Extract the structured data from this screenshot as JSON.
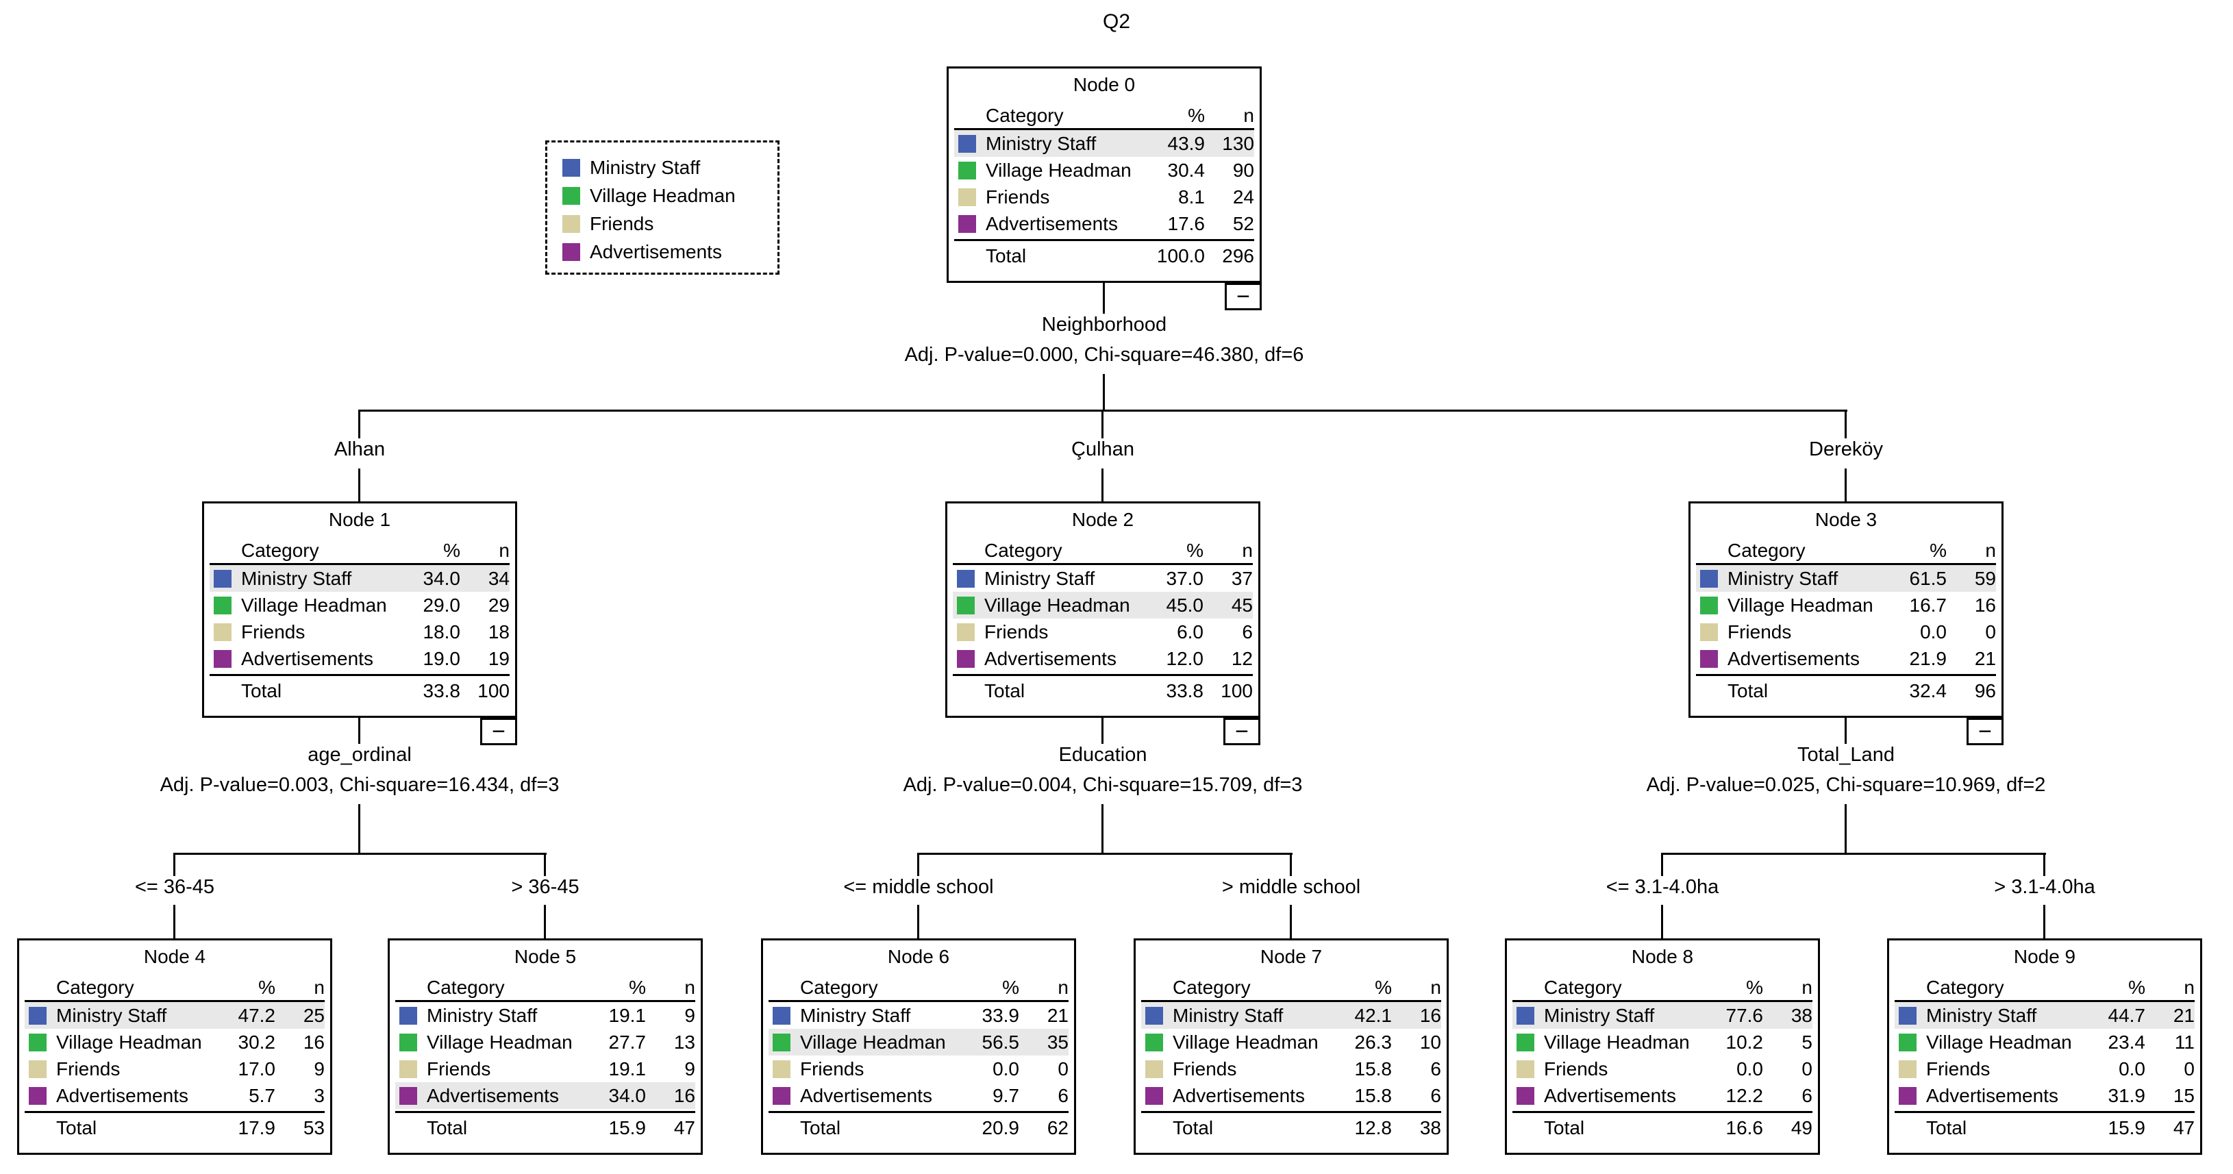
{
  "title": "Q2",
  "icons": {
    "collapse": "−"
  },
  "colors": {
    "categories": [
      "#4460af",
      "#32b34a",
      "#d7cf9f",
      "#8b2e8d"
    ],
    "highlight_row": "#e8e8e8",
    "line": "#000000"
  },
  "headers": {
    "category": "Category",
    "pct": "%",
    "n": "n",
    "total_label": "Total"
  },
  "legend": {
    "items": [
      "Ministry Staff",
      "Village Headman",
      "Friends",
      "Advertisements"
    ]
  },
  "chart_data": {
    "type": "table",
    "description": "CHAID classification tree",
    "dependent_variable": "Q2",
    "root_total_n": 296
  },
  "nodes": [
    {
      "title": "Node 0",
      "branch": "",
      "highlight_row": 0,
      "collapsible": true,
      "rows": [
        {
          "category": "Ministry Staff",
          "pct": "43.9",
          "n": "130"
        },
        {
          "category": "Village Headman",
          "pct": "30.4",
          "n": "90"
        },
        {
          "category": "Friends",
          "pct": "8.1",
          "n": "24"
        },
        {
          "category": "Advertisements",
          "pct": "17.6",
          "n": "52"
        }
      ],
      "total": {
        "pct": "100.0",
        "n": "296"
      }
    },
    {
      "title": "Node 1",
      "branch": "Alhan",
      "highlight_row": 0,
      "collapsible": true,
      "rows": [
        {
          "category": "Ministry Staff",
          "pct": "34.0",
          "n": "34"
        },
        {
          "category": "Village Headman",
          "pct": "29.0",
          "n": "29"
        },
        {
          "category": "Friends",
          "pct": "18.0",
          "n": "18"
        },
        {
          "category": "Advertisements",
          "pct": "19.0",
          "n": "19"
        }
      ],
      "total": {
        "pct": "33.8",
        "n": "100"
      }
    },
    {
      "title": "Node 2",
      "branch": "Çulhan",
      "highlight_row": 1,
      "collapsible": true,
      "rows": [
        {
          "category": "Ministry Staff",
          "pct": "37.0",
          "n": "37"
        },
        {
          "category": "Village Headman",
          "pct": "45.0",
          "n": "45"
        },
        {
          "category": "Friends",
          "pct": "6.0",
          "n": "6"
        },
        {
          "category": "Advertisements",
          "pct": "12.0",
          "n": "12"
        }
      ],
      "total": {
        "pct": "33.8",
        "n": "100"
      }
    },
    {
      "title": "Node 3",
      "branch": "Dereköy",
      "highlight_row": 0,
      "collapsible": true,
      "rows": [
        {
          "category": "Ministry Staff",
          "pct": "61.5",
          "n": "59"
        },
        {
          "category": "Village Headman",
          "pct": "16.7",
          "n": "16"
        },
        {
          "category": "Friends",
          "pct": "0.0",
          "n": "0"
        },
        {
          "category": "Advertisements",
          "pct": "21.9",
          "n": "21"
        }
      ],
      "total": {
        "pct": "32.4",
        "n": "96"
      }
    },
    {
      "title": "Node 4",
      "branch": "<= 36-45",
      "highlight_row": 0,
      "collapsible": false,
      "rows": [
        {
          "category": "Ministry Staff",
          "pct": "47.2",
          "n": "25"
        },
        {
          "category": "Village Headman",
          "pct": "30.2",
          "n": "16"
        },
        {
          "category": "Friends",
          "pct": "17.0",
          "n": "9"
        },
        {
          "category": "Advertisements",
          "pct": "5.7",
          "n": "3"
        }
      ],
      "total": {
        "pct": "17.9",
        "n": "53"
      }
    },
    {
      "title": "Node 5",
      "branch": "> 36-45",
      "highlight_row": 3,
      "collapsible": false,
      "rows": [
        {
          "category": "Ministry Staff",
          "pct": "19.1",
          "n": "9"
        },
        {
          "category": "Village Headman",
          "pct": "27.7",
          "n": "13"
        },
        {
          "category": "Friends",
          "pct": "19.1",
          "n": "9"
        },
        {
          "category": "Advertisements",
          "pct": "34.0",
          "n": "16"
        }
      ],
      "total": {
        "pct": "15.9",
        "n": "47"
      }
    },
    {
      "title": "Node 6",
      "branch": "<= middle school",
      "highlight_row": 1,
      "collapsible": false,
      "rows": [
        {
          "category": "Ministry Staff",
          "pct": "33.9",
          "n": "21"
        },
        {
          "category": "Village Headman",
          "pct": "56.5",
          "n": "35"
        },
        {
          "category": "Friends",
          "pct": "0.0",
          "n": "0"
        },
        {
          "category": "Advertisements",
          "pct": "9.7",
          "n": "6"
        }
      ],
      "total": {
        "pct": "20.9",
        "n": "62"
      }
    },
    {
      "title": "Node 7",
      "branch": "> middle school",
      "highlight_row": 0,
      "collapsible": false,
      "rows": [
        {
          "category": "Ministry Staff",
          "pct": "42.1",
          "n": "16"
        },
        {
          "category": "Village Headman",
          "pct": "26.3",
          "n": "10"
        },
        {
          "category": "Friends",
          "pct": "15.8",
          "n": "6"
        },
        {
          "category": "Advertisements",
          "pct": "15.8",
          "n": "6"
        }
      ],
      "total": {
        "pct": "12.8",
        "n": "38"
      }
    },
    {
      "title": "Node 8",
      "branch": "<= 3.1-4.0ha",
      "highlight_row": 0,
      "collapsible": false,
      "rows": [
        {
          "category": "Ministry Staff",
          "pct": "77.6",
          "n": "38"
        },
        {
          "category": "Village Headman",
          "pct": "10.2",
          "n": "5"
        },
        {
          "category": "Friends",
          "pct": "0.0",
          "n": "0"
        },
        {
          "category": "Advertisements",
          "pct": "12.2",
          "n": "6"
        }
      ],
      "total": {
        "pct": "16.6",
        "n": "49"
      }
    },
    {
      "title": "Node 9",
      "branch": "> 3.1-4.0ha",
      "highlight_row": 0,
      "collapsible": false,
      "rows": [
        {
          "category": "Ministry Staff",
          "pct": "44.7",
          "n": "21"
        },
        {
          "category": "Village Headman",
          "pct": "23.4",
          "n": "11"
        },
        {
          "category": "Friends",
          "pct": "0.0",
          "n": "0"
        },
        {
          "category": "Advertisements",
          "pct": "31.9",
          "n": "15"
        }
      ],
      "total": {
        "pct": "15.9",
        "n": "47"
      }
    }
  ],
  "splits": [
    {
      "parent": 0,
      "children": [
        1,
        2,
        3
      ],
      "variable": "Neighborhood",
      "stats": "Adj. P-value=0.000, Chi-square=46.380, df=6"
    },
    {
      "parent": 1,
      "children": [
        4,
        5
      ],
      "variable": "age_ordinal",
      "stats": "Adj. P-value=0.003, Chi-square=16.434, df=3"
    },
    {
      "parent": 2,
      "children": [
        6,
        7
      ],
      "variable": "Education",
      "stats": "Adj. P-value=0.004, Chi-square=15.709, df=3"
    },
    {
      "parent": 3,
      "children": [
        8,
        9
      ],
      "variable": "Total_Land",
      "stats": "Adj. P-value=0.025, Chi-square=10.969, df=2"
    }
  ]
}
